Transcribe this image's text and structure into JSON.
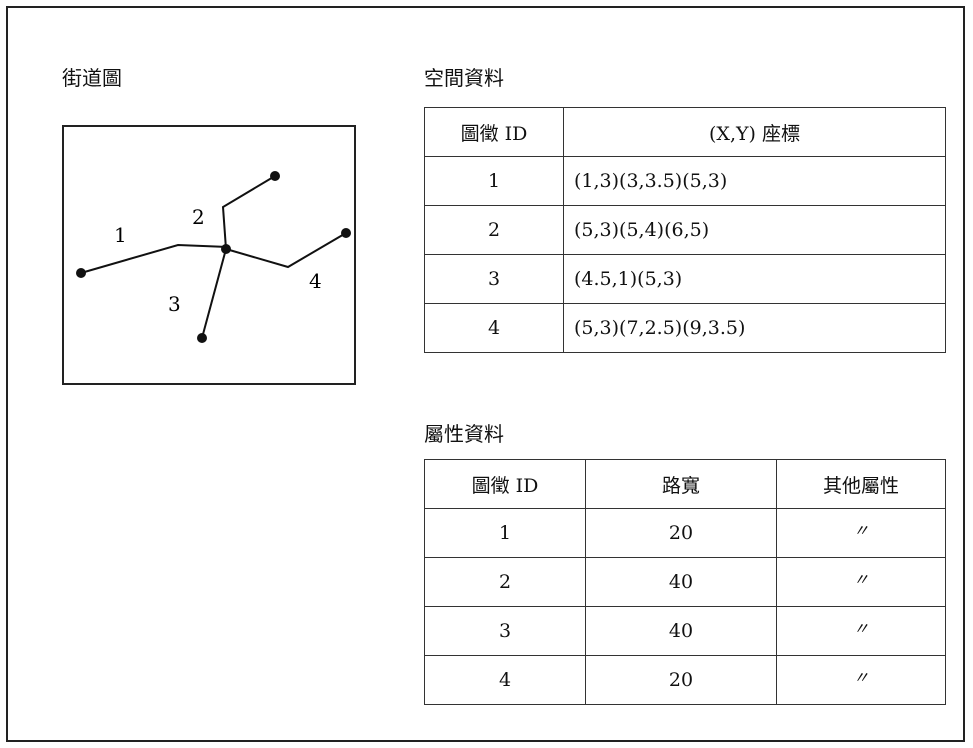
{
  "street_map": {
    "title": "街道圖",
    "labels": [
      "1",
      "2",
      "3",
      "4"
    ]
  },
  "spatial_data": {
    "title": "空間資料",
    "headers": [
      "圖徵 ID",
      "(X,Y) 座標"
    ],
    "rows": [
      [
        "1",
        "(1,3)(3,3.5)(5,3)"
      ],
      [
        "2",
        "(5,3)(5,4)(6,5)"
      ],
      [
        "3",
        "(4.5,1)(5,3)"
      ],
      [
        "4",
        "(5,3)(7,2.5)(9,3.5)"
      ]
    ]
  },
  "attribute_data": {
    "title": "屬性資料",
    "headers": [
      "圖徵 ID",
      "路寬",
      "其他屬性"
    ],
    "rows": [
      [
        "1",
        "20",
        "〃"
      ],
      [
        "2",
        "40",
        "〃"
      ],
      [
        "3",
        "40",
        "〃"
      ],
      [
        "4",
        "20",
        "〃"
      ]
    ]
  }
}
